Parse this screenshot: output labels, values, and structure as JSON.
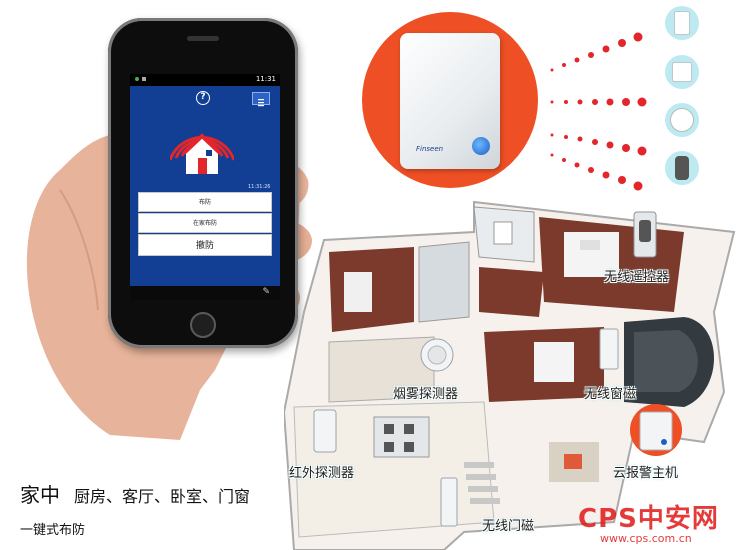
{
  "phone": {
    "status_time": "11:31",
    "help_icon": "?",
    "buttons": {
      "arm": "布防",
      "home_arm": "在家布防",
      "disarm": "撤防"
    },
    "small_text": "11:31:26"
  },
  "hub": {
    "brand": "Finseen"
  },
  "labels": {
    "remote": "无线遥控器",
    "smoke": "烟雾探测器",
    "window": "无线窗磁",
    "infrared": "红外探测器",
    "cloud_host": "云报警主机",
    "door": "无线门磁"
  },
  "caption": {
    "title": "家中",
    "rooms": "厨房、客厅、卧室、门窗",
    "subtitle": "一键式布防"
  },
  "watermark": {
    "main": "CPS中安网",
    "url": "www.cps.com.cn"
  },
  "colors": {
    "orange": "#ee4f24",
    "signal_red": "#e3262b",
    "phone_blue": "#123f93",
    "device_cyan": "#bde9f0"
  },
  "icons": [
    "question-icon",
    "menu-icon",
    "home-alarm-icon",
    "tools-icon"
  ]
}
